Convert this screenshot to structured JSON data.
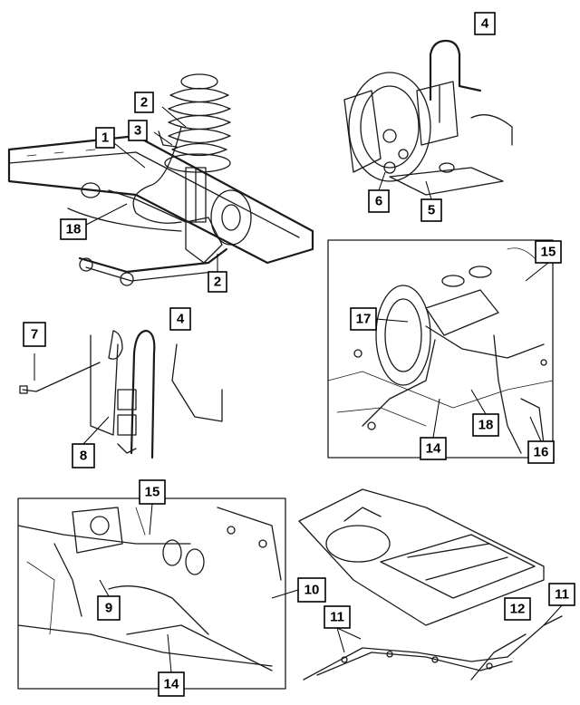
{
  "colors": {
    "line": "#1a1a1a",
    "background": "#ffffff"
  },
  "panels": [
    {
      "id": "rear-suspension",
      "callouts": [
        "1",
        "2",
        "3",
        "18",
        "2"
      ]
    },
    {
      "id": "brake-caliper",
      "callouts": [
        "4",
        "6",
        "5"
      ]
    },
    {
      "id": "master-cylinder",
      "callouts": [
        "15",
        "17",
        "14",
        "18",
        "16"
      ]
    },
    {
      "id": "wheel-well-bracket",
      "callouts": [
        "4",
        "7",
        "8"
      ]
    },
    {
      "id": "engine-bay",
      "callouts": [
        "15",
        "9",
        "14",
        "10"
      ]
    },
    {
      "id": "floor-pan",
      "callouts": [
        "11",
        "12",
        "11"
      ]
    }
  ],
  "labels": {
    "l1": "1",
    "l2a": "2",
    "l3": "3",
    "l18a": "18",
    "l2b": "2",
    "l4a": "4",
    "l6": "6",
    "l5": "5",
    "l15a": "15",
    "l17": "17",
    "l14a": "14",
    "l18b": "18",
    "l16": "16",
    "l4b": "4",
    "l7": "7",
    "l8": "8",
    "l15b": "15",
    "l9": "9",
    "l14b": "14",
    "l10": "10",
    "l11a": "11",
    "l12": "12",
    "l11b": "11"
  }
}
